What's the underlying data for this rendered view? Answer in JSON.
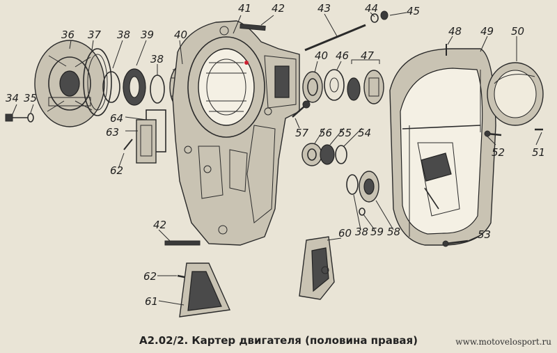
{
  "caption": "A2.02/2. Картер двигателя (половина правая)",
  "site": "www.motovelosport.ru",
  "callouts": [
    "41",
    "42",
    "43",
    "44",
    "45",
    "36",
    "37",
    "38",
    "39",
    "40",
    "40",
    "46",
    "47",
    "48",
    "49",
    "50",
    "34",
    "35",
    "38",
    "64",
    "63",
    "62",
    "57",
    "56",
    "55",
    "54",
    "52",
    "51",
    "42",
    "38",
    "59",
    "58",
    "60",
    "53",
    "62",
    "61"
  ]
}
